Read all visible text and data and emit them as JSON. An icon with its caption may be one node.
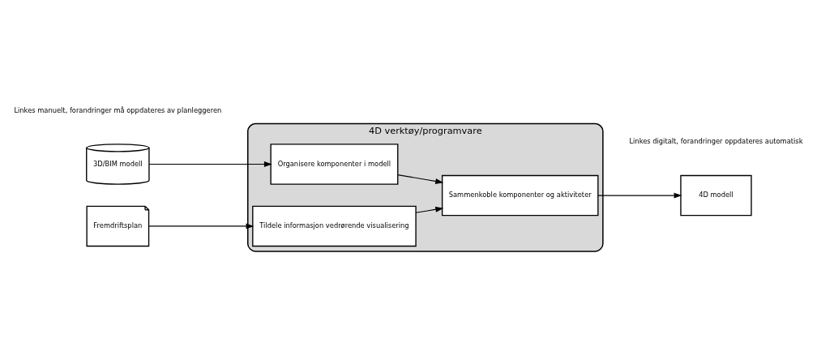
{
  "diagram": {
    "nodes": [
      {
        "text": [
          "4D verktøy/programvare"
        ]
      },
      {
        "text": [
          "3D/BIM modell"
        ]
      },
      {
        "text": [
          "Organisere komponenter i modell"
        ],
        "in": 0
      },
      {
        "text": [
          "Fremdriftsplan"
        ]
      },
      {
        "text": [
          "Tildele informasjon vedrørende visualisering"
        ],
        "in": 0
      },
      {
        "text": [
          "Sammenkoble komponenter og aktiviteter"
        ],
        "in": 0
      },
      {
        "text": [
          "4D modell"
        ]
      }
    ],
    "edges": [
      {
        "from": 1,
        "to": 2,
        "arrow": "to"
      },
      {
        "from": 3,
        "to": 4,
        "arrow": "to"
      },
      {
        "from": 2,
        "to": 5,
        "arrow": "to"
      },
      {
        "from": 4,
        "to": 5,
        "arrow": "to"
      },
      {
        "from": 5,
        "to": 6,
        "arrow": "to"
      }
    ],
    "labels": [
      "Linkes manuelt, forandringer må oppdateres av planleggeren",
      "Linkes digitalt, forandringer oppdateres automatisk"
    ]
  }
}
